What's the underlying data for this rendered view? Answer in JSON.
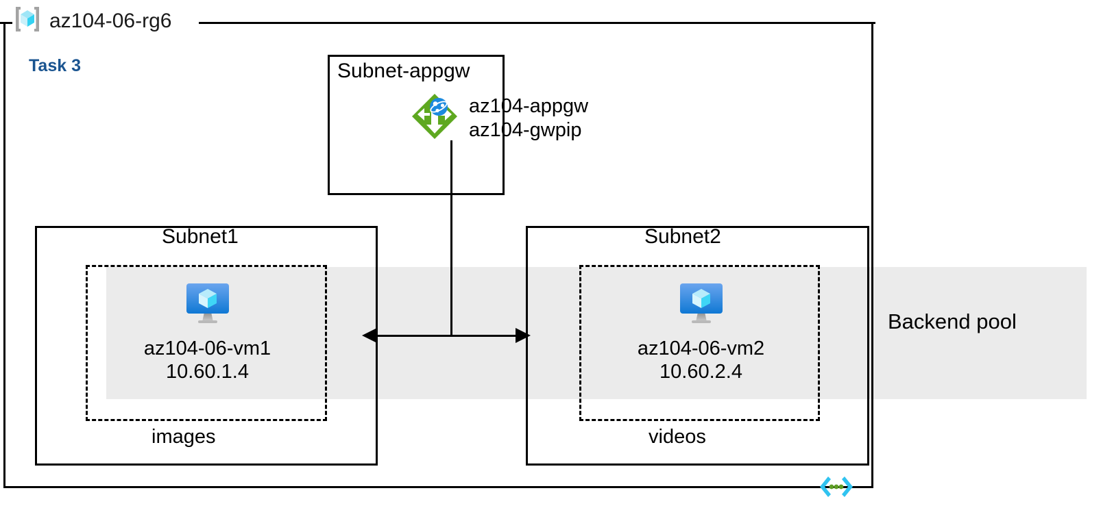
{
  "diagram": {
    "resource_group": {
      "name": "az104-06-rg6",
      "icon": "resource-group-cube-icon"
    },
    "task_label": "Task 3",
    "task_color": "#1a5490",
    "backend_pool": {
      "label": "Backend pool",
      "band_color": "#ebebeb"
    },
    "code_icon": {
      "name": "code-brackets-icon",
      "bracket_color": "#30c3f0",
      "dot_color": "#5e9e25"
    },
    "subnets": [
      {
        "id": "subnet-appgw",
        "title": "Subnet-appgw",
        "resources": [
          {
            "icon": "application-gateway-icon",
            "icon_color": "#5ea820",
            "labels": [
              "az104-appgw",
              "az104-gwpip"
            ]
          }
        ]
      },
      {
        "id": "subnet1",
        "title": "Subnet1",
        "storage_label": "images",
        "vm": {
          "icon": "virtual-machine-icon",
          "name": "az104-06-vm1",
          "ip": "10.60.1.4"
        }
      },
      {
        "id": "subnet2",
        "title": "Subnet2",
        "storage_label": "videos",
        "vm": {
          "icon": "virtual-machine-icon",
          "name": "az104-06-vm2",
          "ip": "10.60.2.4"
        }
      }
    ]
  }
}
